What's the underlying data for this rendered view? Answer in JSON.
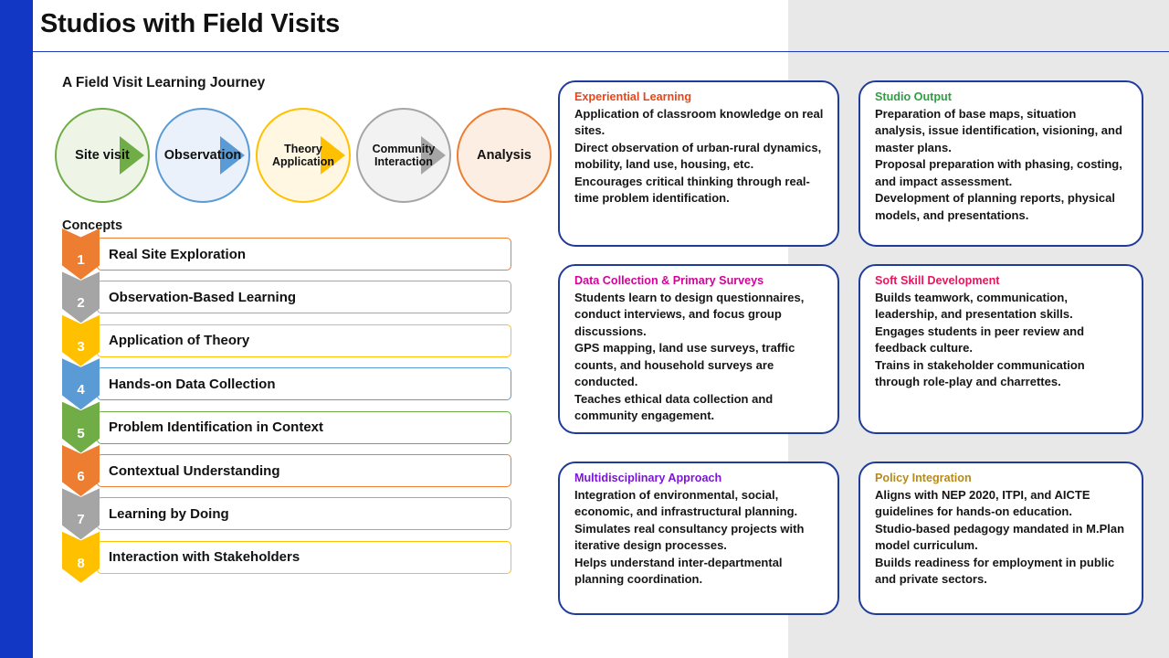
{
  "slide": {
    "title": "Studios with Field Visits",
    "subtitle": "A Field Visit Learning Journey",
    "concepts_heading": "Concepts",
    "accent_bar_color": "#1237c4",
    "rule_color": "#1a3bb3",
    "panel_color": "#e8e8e8"
  },
  "flow": {
    "nodes": [
      {
        "label": "Site  visit",
        "color": "#70ad47",
        "fill": "#eef5e6"
      },
      {
        "label": "Observation",
        "color": "#5b9bd5",
        "fill": "#eaf1fa"
      },
      {
        "label_line1": "Theory",
        "label_line2": "Application",
        "color": "#ffc000",
        "fill": "#fff7e2"
      },
      {
        "label_line1": "Community",
        "label_line2": "Interaction",
        "color": "#a5a5a5",
        "fill": "#f2f2f2"
      },
      {
        "label": "Analysis",
        "color": "#ed7d31",
        "fill": "#fdeee4"
      }
    ]
  },
  "concepts": [
    {
      "number": "1",
      "label": "Real Site  Exploration",
      "color": "#ed7d31"
    },
    {
      "number": "2",
      "label": "Observation-Based  Learning",
      "color": "#a5a5a5"
    },
    {
      "number": "3",
      "label": "Application of Theory",
      "color": "#ffc000"
    },
    {
      "number": "4",
      "label": "Hands-on Data Collection",
      "color": "#5b9bd5"
    },
    {
      "number": "5",
      "label": "Problem Identification  in Context",
      "color": "#70ad47"
    },
    {
      "number": "6",
      "label": "Contextual  Understanding",
      "color": "#ed7d31"
    },
    {
      "number": "7",
      "label": "Learning by Doing",
      "color": "#a5a5a5"
    },
    {
      "number": "8",
      "label": "Interaction  with Stakeholders",
      "color": "#ffc000"
    }
  ],
  "cards": [
    {
      "title": "Experiential Learning",
      "title_color": "#e8461a",
      "lines": [
        "Application of classroom knowledge on real sites.",
        "Direct observation of urban-rural dynamics, mobility, land use, housing, etc.",
        "Encourages critical thinking through real-time problem identification."
      ]
    },
    {
      "title": "Studio Output",
      "title_color": "#2f9e41",
      "lines": [
        "Preparation of base maps, situation analysis, issue identification, visioning, and master plans.",
        "Proposal preparation with phasing, costing, and impact assessment.",
        "Development of planning reports, physical models, and presentations."
      ]
    },
    {
      "title": "Data Collection & Primary Surveys",
      "title_color": "#d6009a",
      "lines": [
        "Students learn to design questionnaires, conduct interviews, and focus group discussions.",
        "GPS mapping, land use surveys, traffic counts, and household surveys are conducted.",
        "Teaches ethical data collection and community engagement."
      ]
    },
    {
      "title": "Soft Skill Development",
      "title_color": "#e8155f",
      "lines": [
        "Builds teamwork, communication, leadership, and presentation skills.",
        "Engages students in peer review and feedback culture.",
        "Trains in stakeholder communication through role-play and charrettes."
      ]
    },
    {
      "title": "Multidisciplinary Approach",
      "title_color": "#7b16d6",
      "lines": [
        "Integration of environmental, social, economic, and infrastructural planning.",
        "Simulates real consultancy projects with iterative design processes.",
        "Helps understand inter-departmental planning coordination."
      ]
    },
    {
      "title": "Policy Integration",
      "title_color": "#b58a1a",
      "lines": [
        "Aligns with NEP 2020, ITPI, and AICTE guidelines for hands-on education.",
        "Studio-based pedagogy mandated in M.Plan model curriculum.",
        "Builds readiness for employment in public and private sectors."
      ]
    }
  ]
}
